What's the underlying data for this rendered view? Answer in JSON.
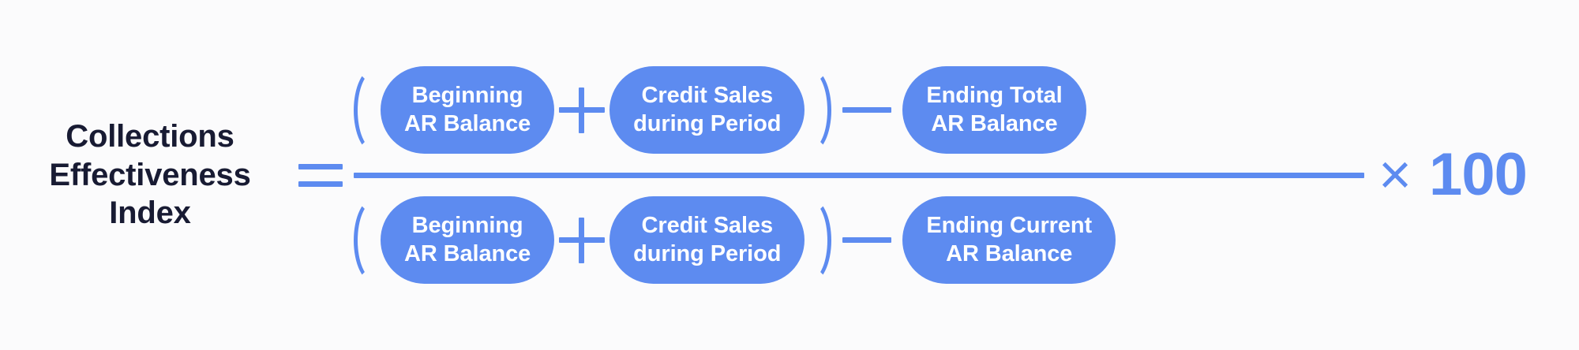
{
  "background_color": "#fbfbfc",
  "accent_color": "#5d8bf0",
  "label_color": "#181b33",
  "metric": {
    "name": "Collections\nEffectiveness\nIndex"
  },
  "operators": {
    "equals": "=",
    "plus": "+",
    "minus": "—",
    "open_paren": "(",
    "close_paren": ")",
    "times": "×"
  },
  "formula": {
    "numerator": {
      "terms": [
        {
          "label": "Beginning\nAR Balance"
        },
        {
          "label": "Credit Sales\nduring Period"
        },
        {
          "label": "Ending Total\nAR Balance"
        }
      ]
    },
    "denominator": {
      "terms": [
        {
          "label": "Beginning\nAR Balance"
        },
        {
          "label": "Credit Sales\nduring Period"
        },
        {
          "label": "Ending Current\nAR Balance"
        }
      ]
    }
  },
  "multiplier": {
    "symbol": "×",
    "value": "100"
  }
}
